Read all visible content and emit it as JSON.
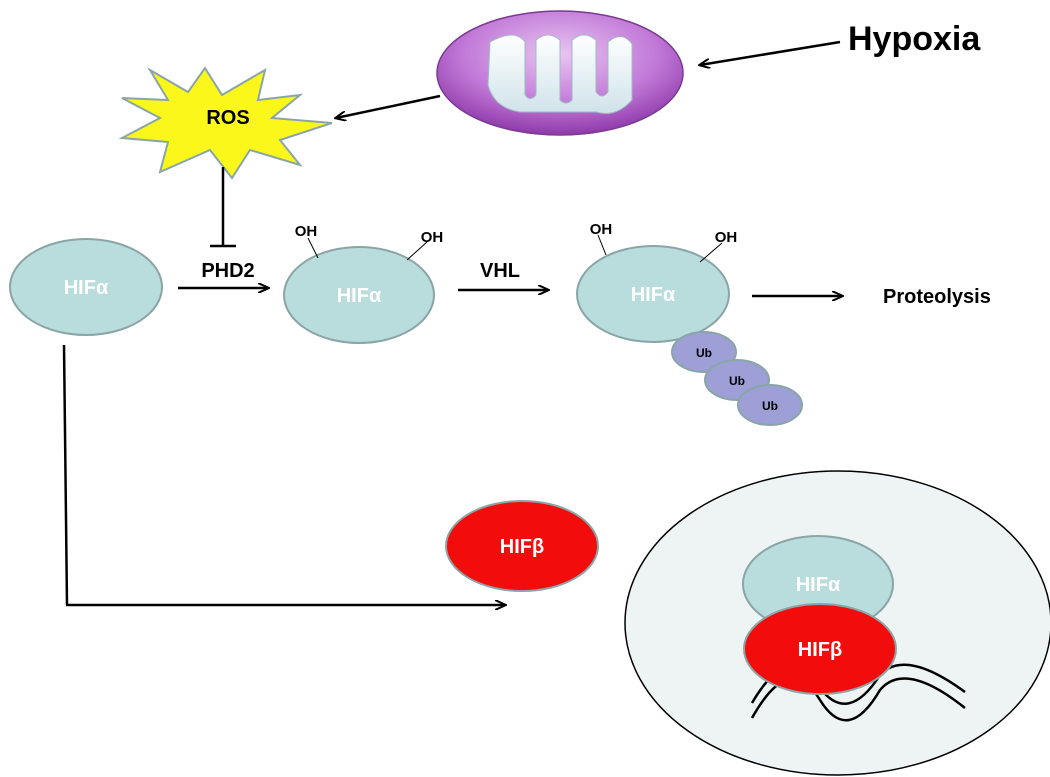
{
  "labels": {
    "hypoxia": "Hypoxia",
    "ros": "ROS",
    "phd2": "PHD2",
    "vhl": "VHL",
    "proteolysis": "Proteolysis",
    "oh": "OH",
    "ub": "Ub",
    "hif_alpha": "HIFα",
    "hif_beta": "HIFβ"
  },
  "colors": {
    "hif_alpha_fill": "#b9dcdd",
    "hif_alpha_stroke": "#8aa5a7",
    "hif_beta_fill": "#f20c0c",
    "ub_fill": "#9d9fd6",
    "ros_fill": "#fcf71b",
    "mito_outer": "#b666d2",
    "nucleus_fill": "#eef3f3"
  },
  "icons": {
    "mitochondrion": "mitochondrion-icon",
    "ros_burst": "burst-icon",
    "dna": "dna-strand-icon"
  }
}
